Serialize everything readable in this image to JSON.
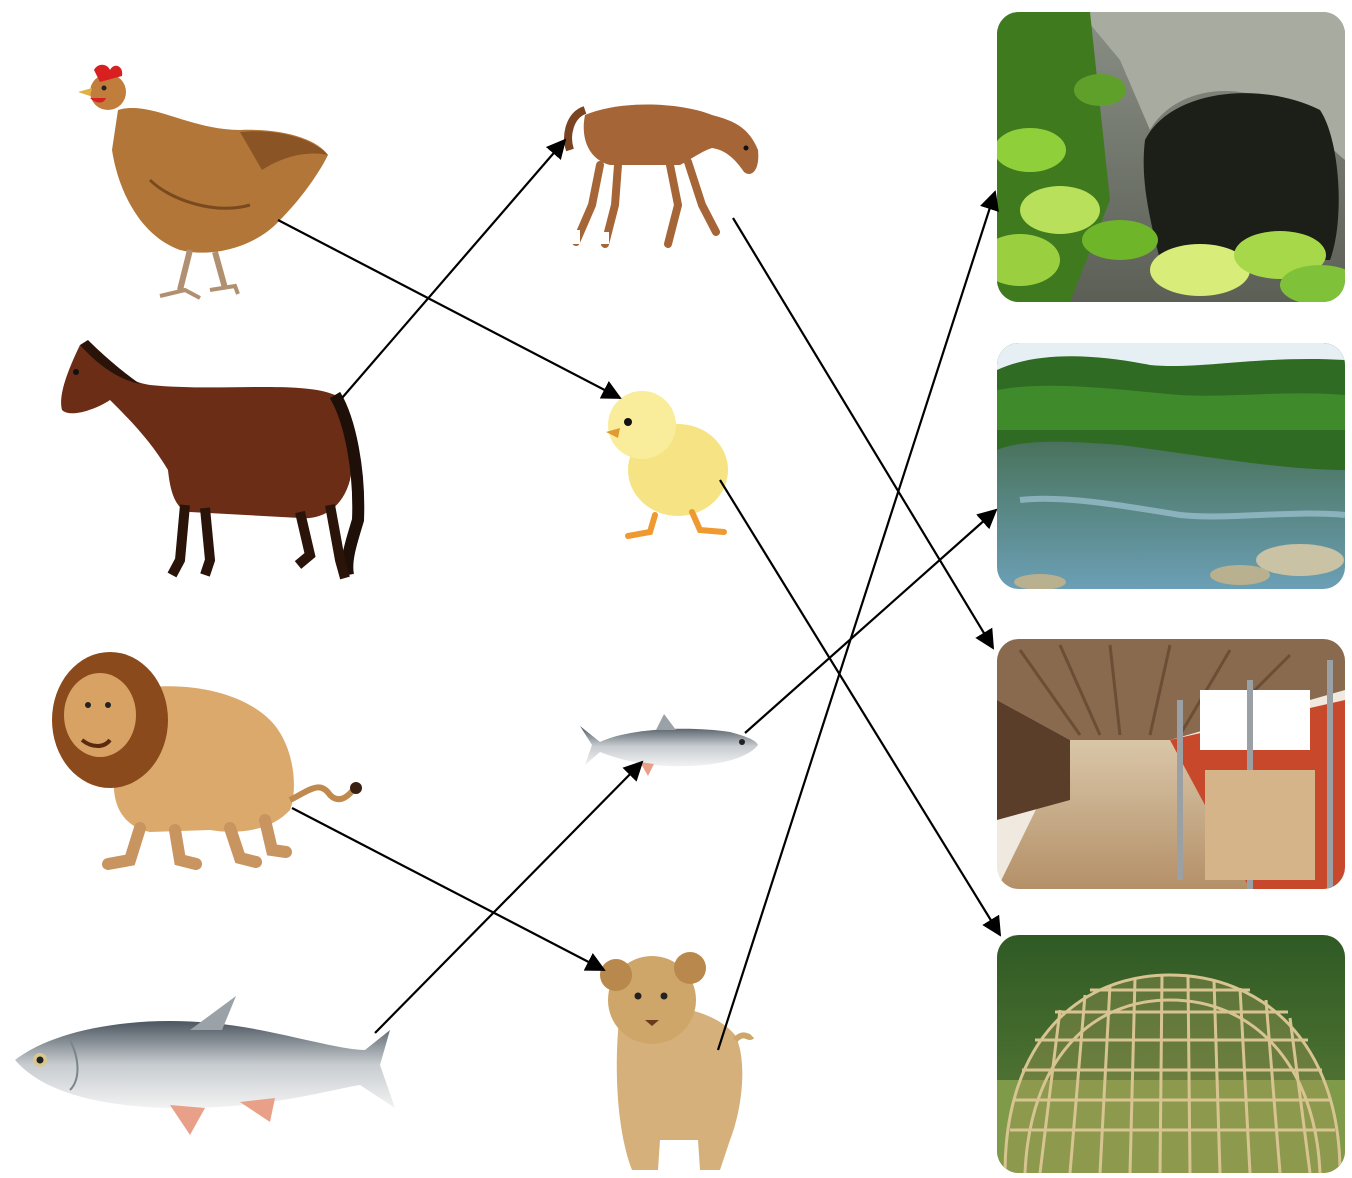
{
  "worksheet": {
    "type": "matching-diagram",
    "columns": [
      "adult-animals",
      "young-animals",
      "habitats"
    ]
  },
  "adults": [
    {
      "id": "hen",
      "icon": "hen-icon"
    },
    {
      "id": "horse",
      "icon": "horse-icon"
    },
    {
      "id": "lion",
      "icon": "lion-icon"
    },
    {
      "id": "fish",
      "icon": "fish-icon"
    }
  ],
  "young": [
    {
      "id": "foal",
      "icon": "foal-icon"
    },
    {
      "id": "chick",
      "icon": "chick-icon"
    },
    {
      "id": "small-fish",
      "icon": "small-fish-icon"
    },
    {
      "id": "lion-cub",
      "icon": "lion-cub-icon"
    }
  ],
  "habitats": [
    {
      "id": "cave",
      "icon": "cave-photo"
    },
    {
      "id": "pond",
      "icon": "pond-photo"
    },
    {
      "id": "stable",
      "icon": "stable-photo"
    },
    {
      "id": "coop",
      "icon": "coop-photo"
    }
  ],
  "connections": [
    {
      "from": "hen",
      "to": "chick"
    },
    {
      "from": "horse",
      "to": "foal"
    },
    {
      "from": "lion",
      "to": "lion-cub"
    },
    {
      "from": "fish",
      "to": "small-fish"
    },
    {
      "from": "foal",
      "to": "stable"
    },
    {
      "from": "chick",
      "to": "coop"
    },
    {
      "from": "small-fish",
      "to": "pond"
    },
    {
      "from": "lion-cub",
      "to": "cave"
    }
  ],
  "colors": {
    "arrow": "#000000",
    "background": "#ffffff"
  }
}
